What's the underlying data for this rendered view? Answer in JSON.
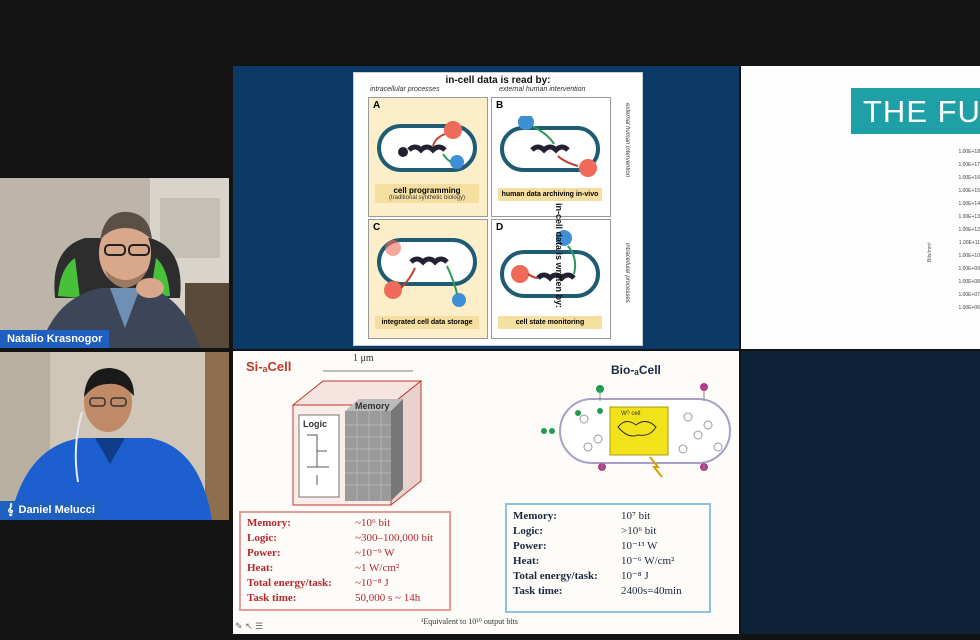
{
  "participants": [
    {
      "name": "Natalio Krasnogor",
      "icon": "none"
    },
    {
      "name": "Daniel Melucci",
      "icon": "audio-icon"
    }
  ],
  "slide1": {
    "title": "in-cell data is read by:",
    "subtitle_left": "intracellular processes",
    "subtitle_right": "external human intervention",
    "side_label": "in-cell data is written by:",
    "side_sub_top": "external human intervention",
    "side_sub_bottom": "intracellular processes",
    "panels": [
      {
        "letter": "A",
        "label": "cell programming",
        "sublabel": "(traditional synthetic biology)"
      },
      {
        "letter": "B",
        "label": "human data archiving in-vivo",
        "sublabel": ""
      },
      {
        "letter": "C",
        "label": "integrated cell data storage",
        "sublabel": ""
      },
      {
        "letter": "D",
        "label": "cell state monitoring",
        "sublabel": ""
      }
    ]
  },
  "slide2": {
    "title": "THE FU",
    "ylabel": "Bits/mm²",
    "ticks": [
      "1.00E+18",
      "1.00E+17",
      "1.00E+16",
      "1.00E+15",
      "1.00E+14",
      "1.00E+13",
      "1.00E+12",
      "1.00E+11",
      "1.00E+10",
      "1.00E+09",
      "1.00E+08",
      "1.00E+07",
      "1.00E+06"
    ]
  },
  "slide3": {
    "si_title": "Si-ₐCell",
    "si_dim": "1 μm",
    "logic_label": "Logic",
    "memory_label": "Memory",
    "bio_title": "Bio-ₐCell",
    "bio_chip_label": "Wᴼ cell",
    "si_specs": [
      {
        "k": "Memory:",
        "v": "~10⁶ bit"
      },
      {
        "k": "Logic:",
        "v": "~300–100,000 bit"
      },
      {
        "k": "Power:",
        "v": "~10⁻⁹ W"
      },
      {
        "k": "Heat:",
        "v": "~1 W/cm²"
      },
      {
        "k": "Total energy/task:",
        "v": "~10⁻⁸ J"
      },
      {
        "k": "Task time:",
        "v": "50,000 s ~ 14h"
      }
    ],
    "bio_specs": [
      {
        "k": "Memory:",
        "v": "10⁷ bit"
      },
      {
        "k": "Logic:",
        "v": ">10⁶ bit"
      },
      {
        "k": "Power:",
        "v": "10⁻¹³ W"
      },
      {
        "k": "Heat:",
        "v": "10⁻⁶ W/cm²"
      },
      {
        "k": "Total energy/task:",
        "v": "10⁻⁸ J"
      },
      {
        "k": "Task time:",
        "v": "2400s=40min"
      }
    ],
    "footnote": "¹Equivalent to 10¹⁰ output bits"
  },
  "colors": {
    "zoom_blue": "#1f5fbf",
    "slide_navy": "#0b3a66",
    "teal": "#1fa0a6",
    "si_red": "#c0392b",
    "bio_blue": "#5aa0c8"
  }
}
